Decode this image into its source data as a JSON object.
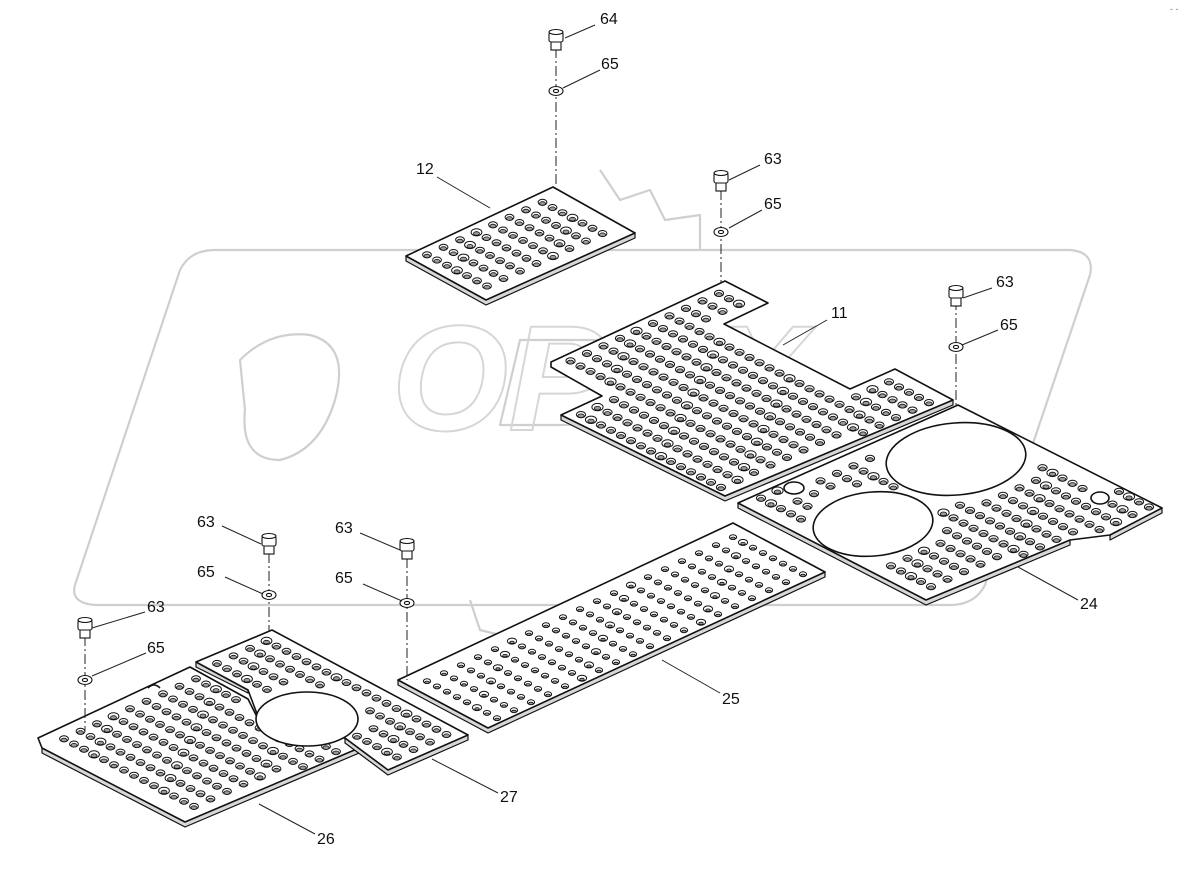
{
  "watermark": {
    "text": "ОРЕХ"
  },
  "corner_mark": "- -",
  "callouts": [
    {
      "id": "64",
      "text": "64"
    },
    {
      "id": "65a",
      "text": "65"
    },
    {
      "id": "12",
      "text": "12"
    },
    {
      "id": "63a",
      "text": "63"
    },
    {
      "id": "65b",
      "text": "65"
    },
    {
      "id": "11",
      "text": "11"
    },
    {
      "id": "63b",
      "text": "63"
    },
    {
      "id": "65c",
      "text": "65"
    },
    {
      "id": "24",
      "text": "24"
    },
    {
      "id": "63c",
      "text": "63"
    },
    {
      "id": "65d",
      "text": "65"
    },
    {
      "id": "63d",
      "text": "63"
    },
    {
      "id": "65e",
      "text": "65"
    },
    {
      "id": "25",
      "text": "25"
    },
    {
      "id": "63e",
      "text": "63"
    },
    {
      "id": "65f",
      "text": "65"
    },
    {
      "id": "27",
      "text": "27"
    },
    {
      "id": "26",
      "text": "26"
    }
  ]
}
